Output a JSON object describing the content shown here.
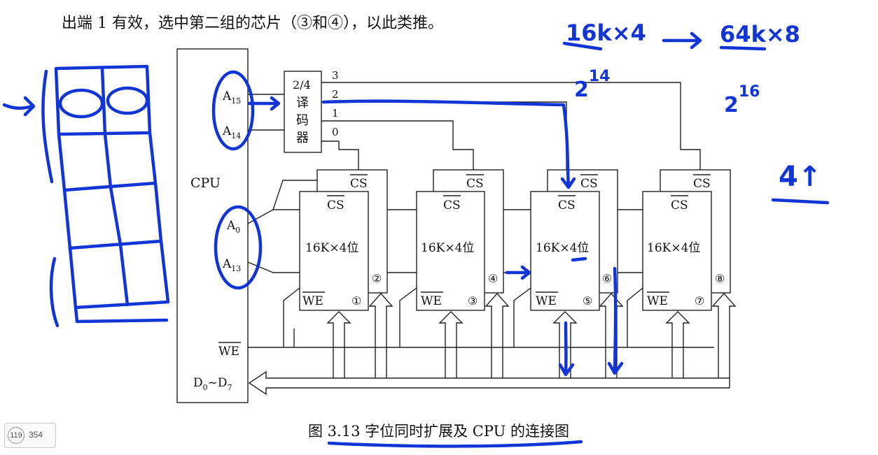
{
  "top_text": "出端 1 有效，选中第二组的芯片（③和④），以此类推。",
  "cpu": {
    "label": "CPU",
    "pins": {
      "a15": "A",
      "a15_sub": "15",
      "a14": "A",
      "a14_sub": "14",
      "a0": "A",
      "a0_sub": "0",
      "a13": "A",
      "a13_sub": "13",
      "we": "WE",
      "data": "D",
      "data_sub1": "0",
      "data_tilde": "~D",
      "data_sub2": "7"
    }
  },
  "decoder": {
    "line1": "2/4",
    "line2": "译",
    "line3": "码",
    "line4": "器",
    "outputs": [
      "3",
      "2",
      "1",
      "0"
    ]
  },
  "chips": [
    {
      "cs_back": "CS",
      "cs_front": "CS",
      "capacity": "16K×4位",
      "we": "WE",
      "front_num": "①",
      "back_num": "②"
    },
    {
      "cs_back": "CS",
      "cs_front": "CS",
      "capacity": "16K×4位",
      "we": "WE",
      "front_num": "③",
      "back_num": "④"
    },
    {
      "cs_back": "CS",
      "cs_front": "CS",
      "capacity": "16K×4位",
      "we": "WE",
      "front_num": "⑤",
      "back_num": "⑥"
    },
    {
      "cs_back": "CS",
      "cs_front": "CS",
      "capacity": "16K×4位",
      "we": "WE",
      "front_num": "⑦",
      "back_num": "⑧"
    }
  ],
  "caption": "图 3.13   字位同时扩展及 CPU 的连接图",
  "annotations": {
    "left_formula": "16k×4",
    "right_formula": "64k×8",
    "exp_left": "2",
    "exp_left_sup": "14",
    "exp_right": "2",
    "exp_right_sup": "16",
    "count": "4↑"
  },
  "page_indicator": {
    "current": "119",
    "total": "354"
  },
  "colors": {
    "ink": "#1235d6",
    "line": "#222222"
  }
}
